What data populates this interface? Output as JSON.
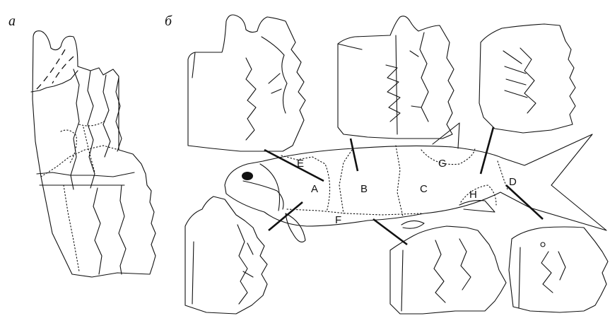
{
  "panels": {
    "a": "а",
    "b": "б"
  },
  "regions": {
    "A": "A",
    "B": "B",
    "C": "C",
    "D": "D",
    "E": "E",
    "F": "F",
    "G": "G",
    "H": "H"
  }
}
